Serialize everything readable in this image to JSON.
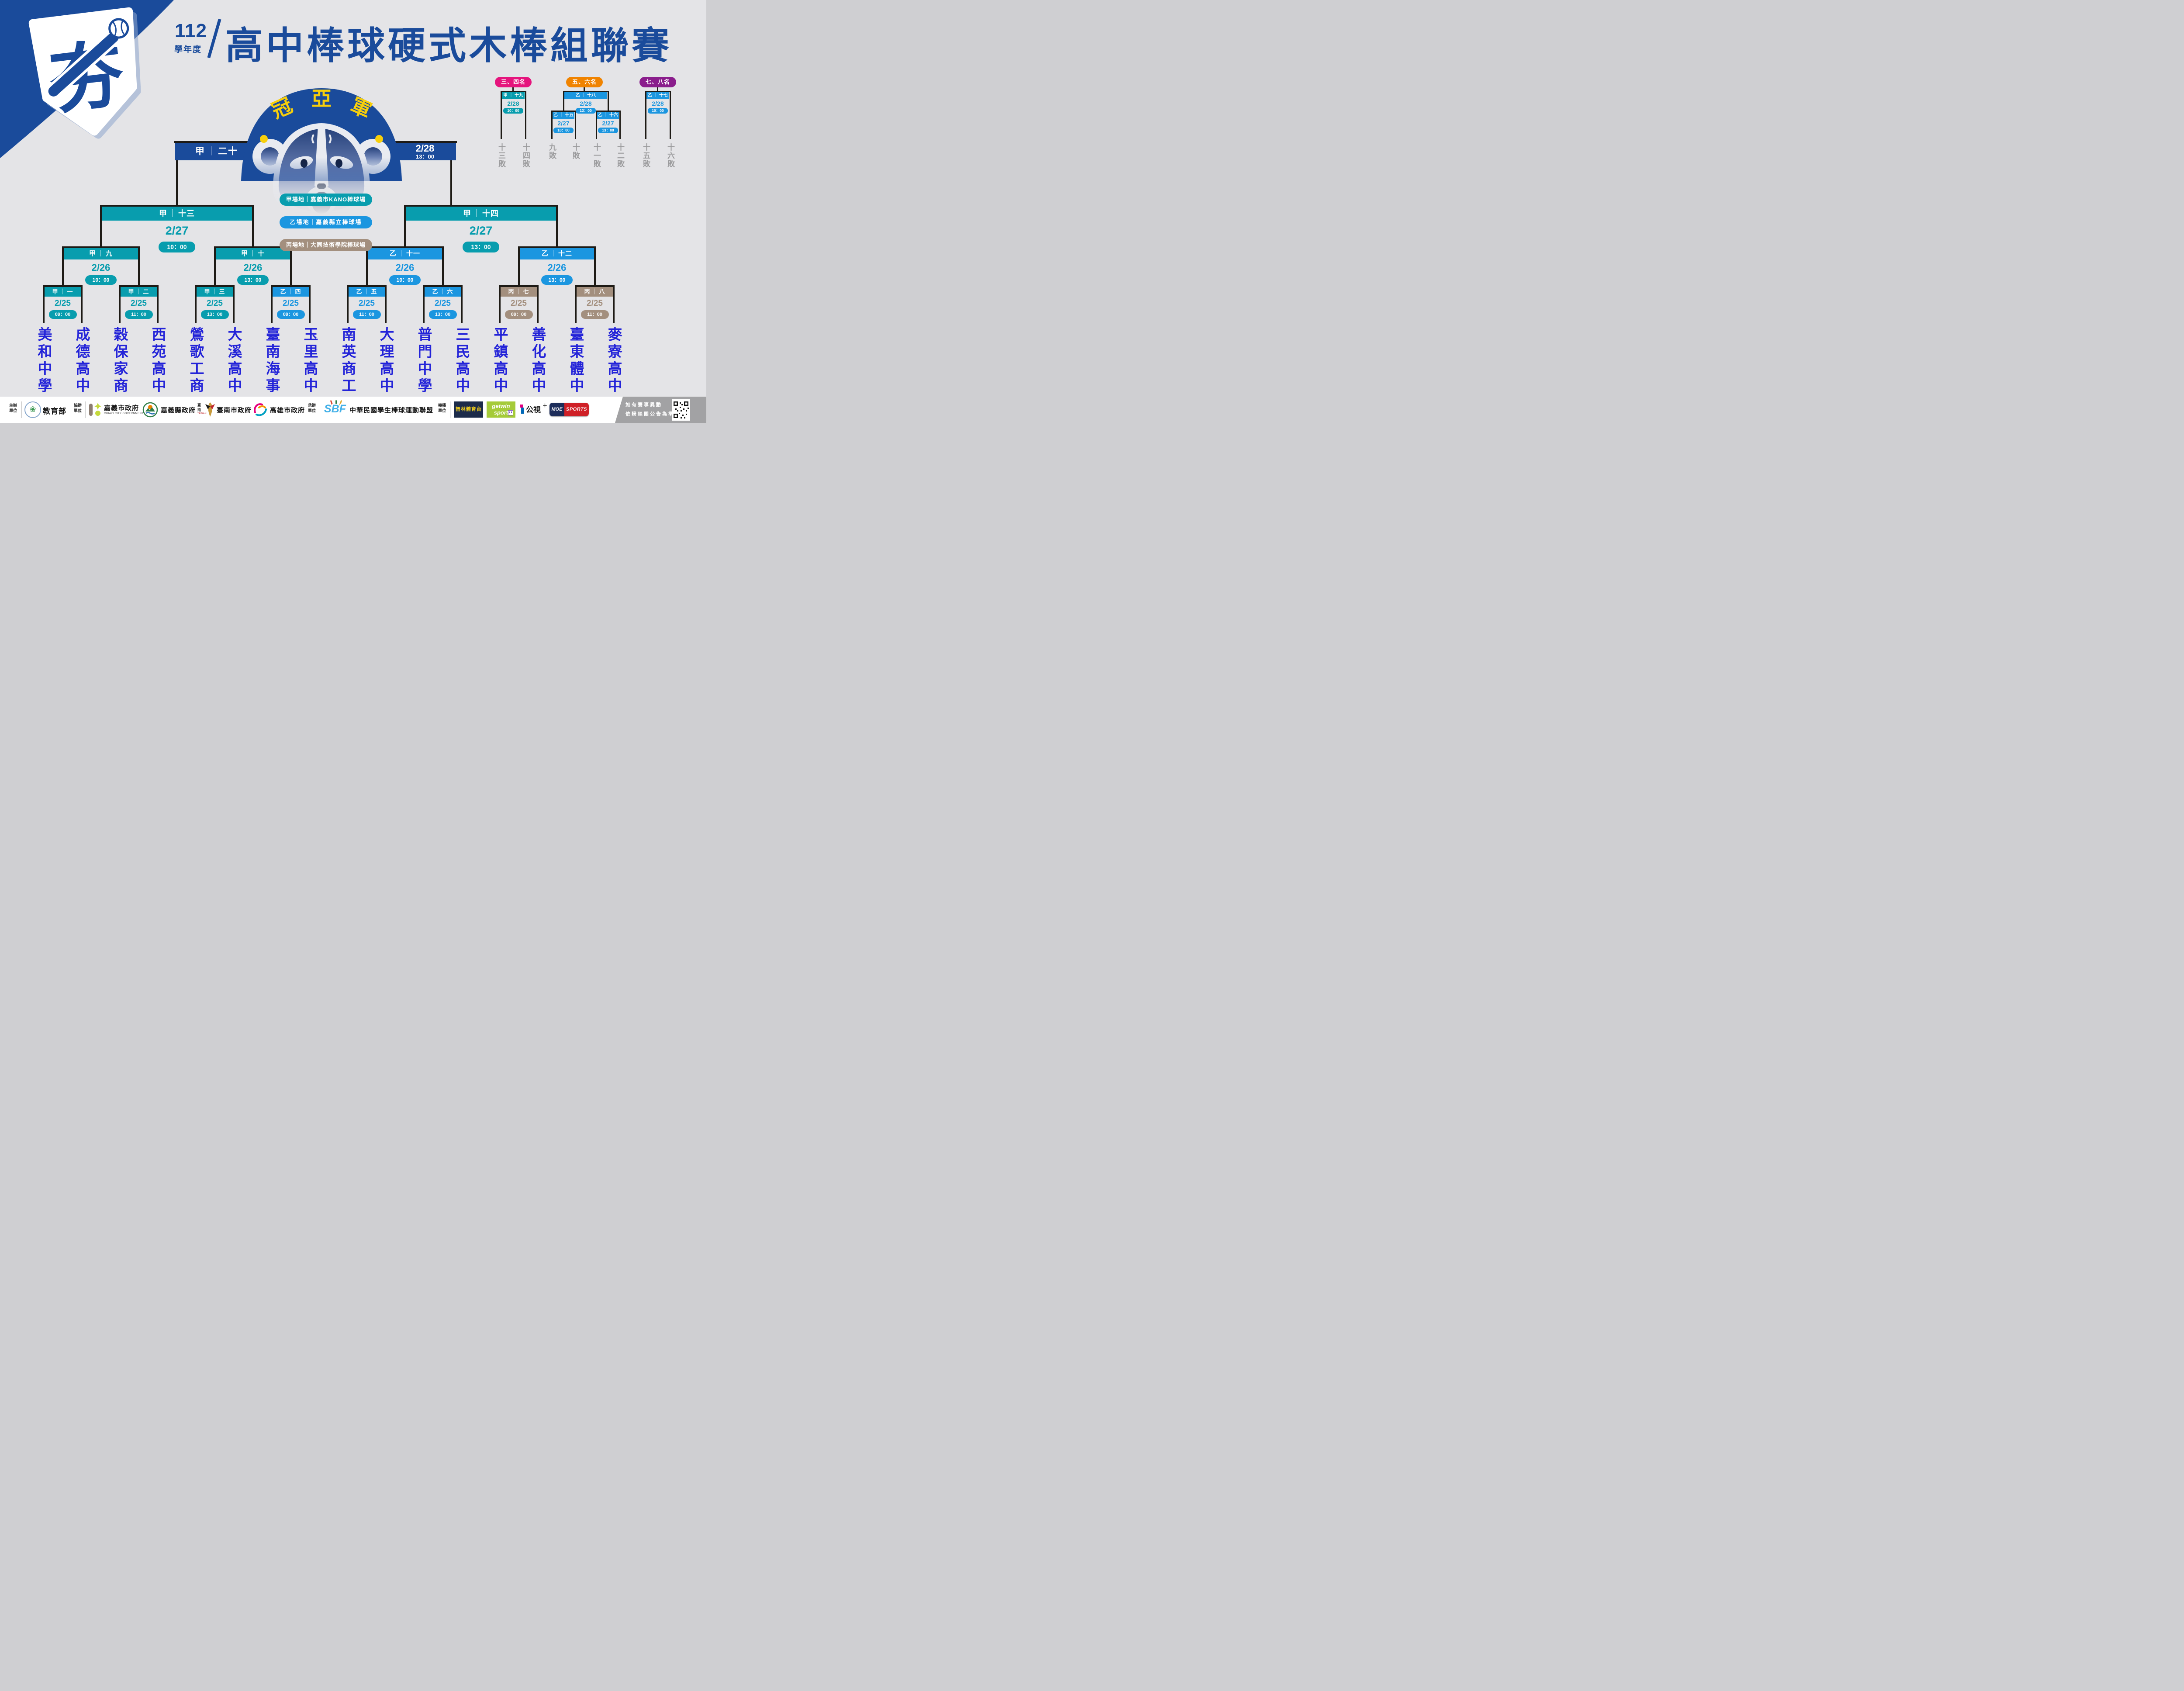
{
  "title": {
    "year": "112",
    "year_label": "學年度",
    "main": "高中棒球硬式木棒組聯賽"
  },
  "emblem": {
    "glyph": "夯"
  },
  "champion": {
    "arch_chars": [
      "冠",
      "亞",
      "軍"
    ]
  },
  "colors": {
    "dark_blue": "#1a4b9b",
    "jia_teal": "#089dae",
    "yi_blue": "#1b96e0",
    "bing_taupe": "#a38f7e",
    "badge_34": "#e5147d",
    "badge_56": "#f08300",
    "badge_78": "#8a1d8c",
    "arch_text_yellow": "#f7cf0b",
    "team_blue": "#2323d8",
    "loser_gray": "#9b9b9d"
  },
  "venues": [
    {
      "label": "甲場地｜嘉義市KANO棒球場",
      "color": "#089dae"
    },
    {
      "label": "乙場地｜嘉義縣立棒球場",
      "color": "#1b96e0"
    },
    {
      "label": "丙場地｜大同技術學院棒球場",
      "color": "#a38f7e"
    }
  ],
  "bracket": {
    "sep": "｜",
    "final": {
      "league": "甲",
      "num": "二十",
      "date": "2/28",
      "time": "13：00"
    },
    "semis": [
      {
        "league": "甲",
        "num": "十三",
        "date": "2/27",
        "time": "10：00"
      },
      {
        "league": "甲",
        "num": "十四",
        "date": "2/27",
        "time": "13：00"
      }
    ],
    "quarters": [
      {
        "league": "甲",
        "num": "九",
        "date": "2/26",
        "time": "10：00"
      },
      {
        "league": "甲",
        "num": "十",
        "date": "2/26",
        "time": "13：00"
      },
      {
        "league": "乙",
        "num": "十一",
        "date": "2/26",
        "time": "10：00"
      },
      {
        "league": "乙",
        "num": "十二",
        "date": "2/26",
        "time": "13：00"
      }
    ],
    "round1": [
      {
        "league": "甲",
        "num": "一",
        "date": "2/25",
        "time": "09：00"
      },
      {
        "league": "甲",
        "num": "二",
        "date": "2/25",
        "time": "11：00"
      },
      {
        "league": "甲",
        "num": "三",
        "date": "2/25",
        "time": "13：00"
      },
      {
        "league": "乙",
        "num": "四",
        "date": "2/25",
        "time": "09：00"
      },
      {
        "league": "乙",
        "num": "五",
        "date": "2/25",
        "time": "11：00"
      },
      {
        "league": "乙",
        "num": "六",
        "date": "2/25",
        "time": "13：00"
      },
      {
        "league": "丙",
        "num": "七",
        "date": "2/25",
        "time": "09：00"
      },
      {
        "league": "丙",
        "num": "八",
        "date": "2/25",
        "time": "11：00"
      }
    ],
    "teams": [
      "美和中學",
      "成德高中",
      "穀保家商",
      "西苑高中",
      "鶯歌工商",
      "大溪高中",
      "臺南海事",
      "玉里高中",
      "南英商工",
      "大理高中",
      "普門中學",
      "三民高中",
      "平鎮高中",
      "善化高中",
      "臺東體中",
      "麥寮高中"
    ]
  },
  "consolation": {
    "g34": {
      "badge": "三、四名",
      "game": {
        "league": "甲",
        "num": "十九",
        "date": "2/28",
        "time": "10：00"
      },
      "losers": [
        "十三敗",
        "十四敗"
      ]
    },
    "g56": {
      "badge": "五、六名",
      "game": {
        "league": "乙",
        "num": "十八",
        "date": "2/28",
        "time": "13：00"
      },
      "game_left": {
        "league": "乙",
        "num": "十五",
        "date": "2/27",
        "time": "10：00"
      },
      "game_right": {
        "league": "乙",
        "num": "十六",
        "date": "2/27",
        "time": "13：00"
      },
      "losers": [
        "九敗",
        "十敗",
        "十一敗",
        "十二敗"
      ]
    },
    "g78": {
      "badge": "七、八名",
      "game": {
        "league": "乙",
        "num": "十七",
        "date": "2/28",
        "time": "10：00"
      },
      "losers": [
        "十五敗",
        "十六敗"
      ]
    }
  },
  "footer": {
    "sections": {
      "organizer": {
        "l1": "主辦",
        "l2": "單位"
      },
      "co": {
        "l1": "協辦",
        "l2": "單位"
      },
      "host": {
        "l1": "承辦",
        "l2": "單位"
      },
      "broadcast": {
        "l1": "轉播",
        "l2": "單位"
      }
    },
    "moe": "教育部",
    "moe_seal_glyph": "❀",
    "chiayi_city": {
      "name": "嘉義市政府",
      "en": "CHIAYI CITY GOVERNMENT"
    },
    "chiayi_county": "嘉義縣政府",
    "tainan": {
      "mark_cn": "臺南",
      "mark_en": "TAINAN",
      "name": "臺南市政府"
    },
    "kaohsiung": "高雄市政府",
    "sbf": {
      "logo": "SBF",
      "name": "中華民國學生棒球運動聯盟"
    },
    "zhilin": "智林體育台",
    "getwin": {
      "l1": "getwin",
      "l2": "sport"
    },
    "pts": {
      "name": "公視",
      "plus": "＋"
    },
    "moesports": {
      "l": "MOE",
      "r": "SPORTS"
    },
    "notice": {
      "l1": "如有賽事異動",
      "l2": "依粉絲團公告為準"
    }
  }
}
